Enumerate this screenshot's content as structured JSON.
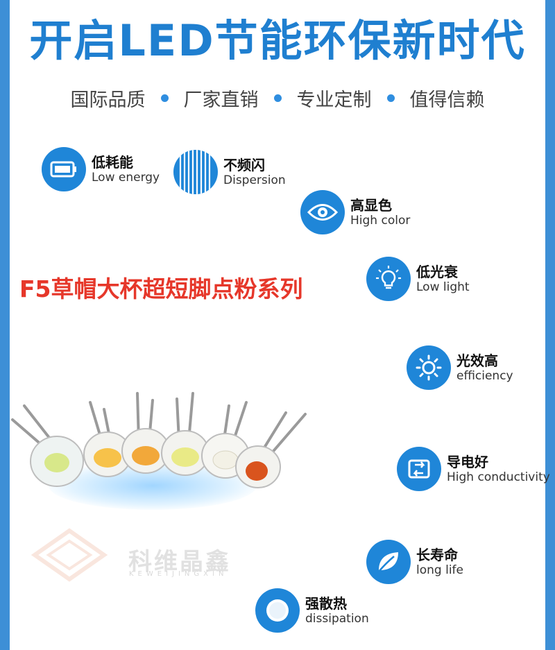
{
  "header": {
    "title": "开启LED节能环保新时代",
    "tags": [
      "国际品质",
      "厂家直销",
      "专业定制",
      "值得信赖"
    ]
  },
  "product": {
    "title": "F5草帽大杯超短脚点粉系列"
  },
  "features": [
    {
      "icon": "battery-icon",
      "cn": "低耗能",
      "en": "Low energy"
    },
    {
      "icon": "stripes-icon",
      "cn": "不频闪",
      "en": "Dispersion"
    },
    {
      "icon": "eye-icon",
      "cn": "高显色",
      "en": "High color"
    },
    {
      "icon": "bulb-icon",
      "cn": "低光衰",
      "en": "Low light"
    },
    {
      "icon": "sun-icon",
      "cn": "光效高",
      "en": "efficiency"
    },
    {
      "icon": "refresh-icon",
      "cn": "导电好",
      "en": "High conductivity"
    },
    {
      "icon": "leaf-icon",
      "cn": "长寿命",
      "en": "long life"
    },
    {
      "icon": "ring-icon",
      "cn": "强散热",
      "en": "dissipation"
    }
  ],
  "watermark": {
    "name": "科维晶鑫",
    "pinyin": "KEWEIJINGXIN"
  },
  "colors": {
    "brand_blue": "#1f86d8",
    "title_blue": "#1f7fd0",
    "accent_red": "#e6372a",
    "led_colors": [
      "#d8e88a",
      "#f7c24a",
      "#f2a83a",
      "#e9ea86",
      "#f3f1e6",
      "#d9541e"
    ]
  }
}
